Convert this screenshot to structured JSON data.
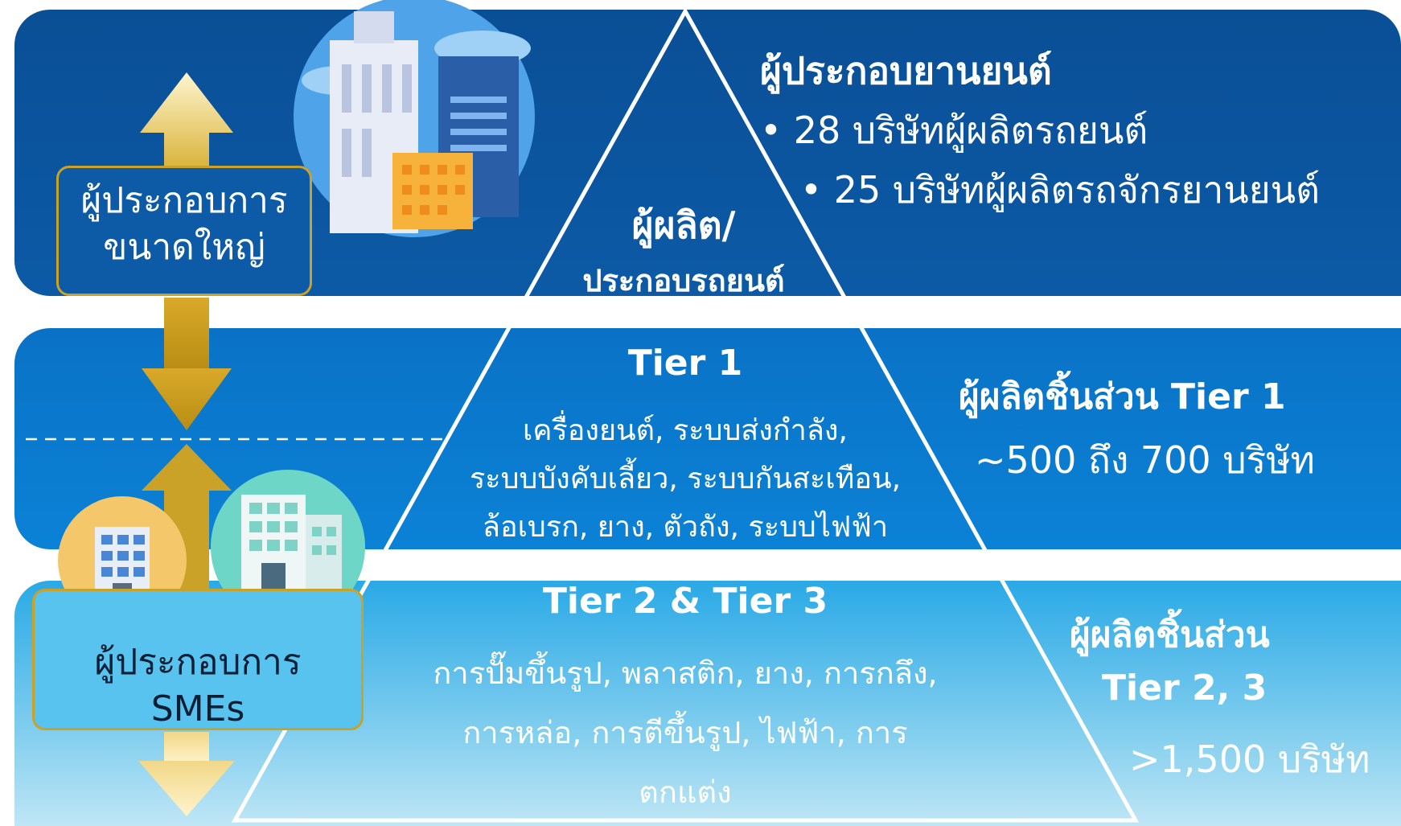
{
  "top": {
    "heading": "ผู้ประกอบยานยนต์",
    "bullet1": "• 28 บริษัทผู้ผลิตรถยนต์",
    "bullet2": "• 25 บริษัทผู้ผลิตรถจักรยานยนต์"
  },
  "pyramid": {
    "apex_line1": "ผู้ผลิต/",
    "apex_line2": "ประกอบรถยนต์",
    "tier1_title": "Tier 1",
    "tier1_line1": "เครื่องยนต์, ระบบส่งกำลัง,",
    "tier1_line2": "ระบบบังคับเลี้ยว, ระบบกันสะเทือน,",
    "tier1_line3": "ล้อเบรก, ยาง, ตัวถัง, ระบบไฟฟ้า",
    "tier23_title": "Tier 2 & Tier 3",
    "tier23_line1": "การปั๊มขึ้นรูป, พลาสติก, ยาง, การกลึง,",
    "tier23_line2": "การหล่อ, การตีขึ้นรูป, ไฟฟ้า, การ",
    "tier23_line3": "ตกแต่ง"
  },
  "right": {
    "tier1_heading": "ผู้ผลิตชิ้นส่วน Tier 1",
    "tier1_count": "~500 ถึง 700 บริษัท",
    "tier23_heading1": "ผู้ผลิตชิ้นส่วน",
    "tier23_heading2": "Tier 2, 3",
    "tier23_count": ">1,500 บริษัท"
  },
  "left": {
    "large_line1": "ผู้ประกอบการ",
    "large_line2": "ขนาดใหญ่",
    "sme_line1": "ผู้ประกอบการ",
    "sme_line2": "SMEs"
  },
  "colors": {
    "band_top": "#0a4f96",
    "band_mid": "#0a72c6",
    "band_bot": "#2aa9e6",
    "arrow_gold": "#c9a227"
  }
}
